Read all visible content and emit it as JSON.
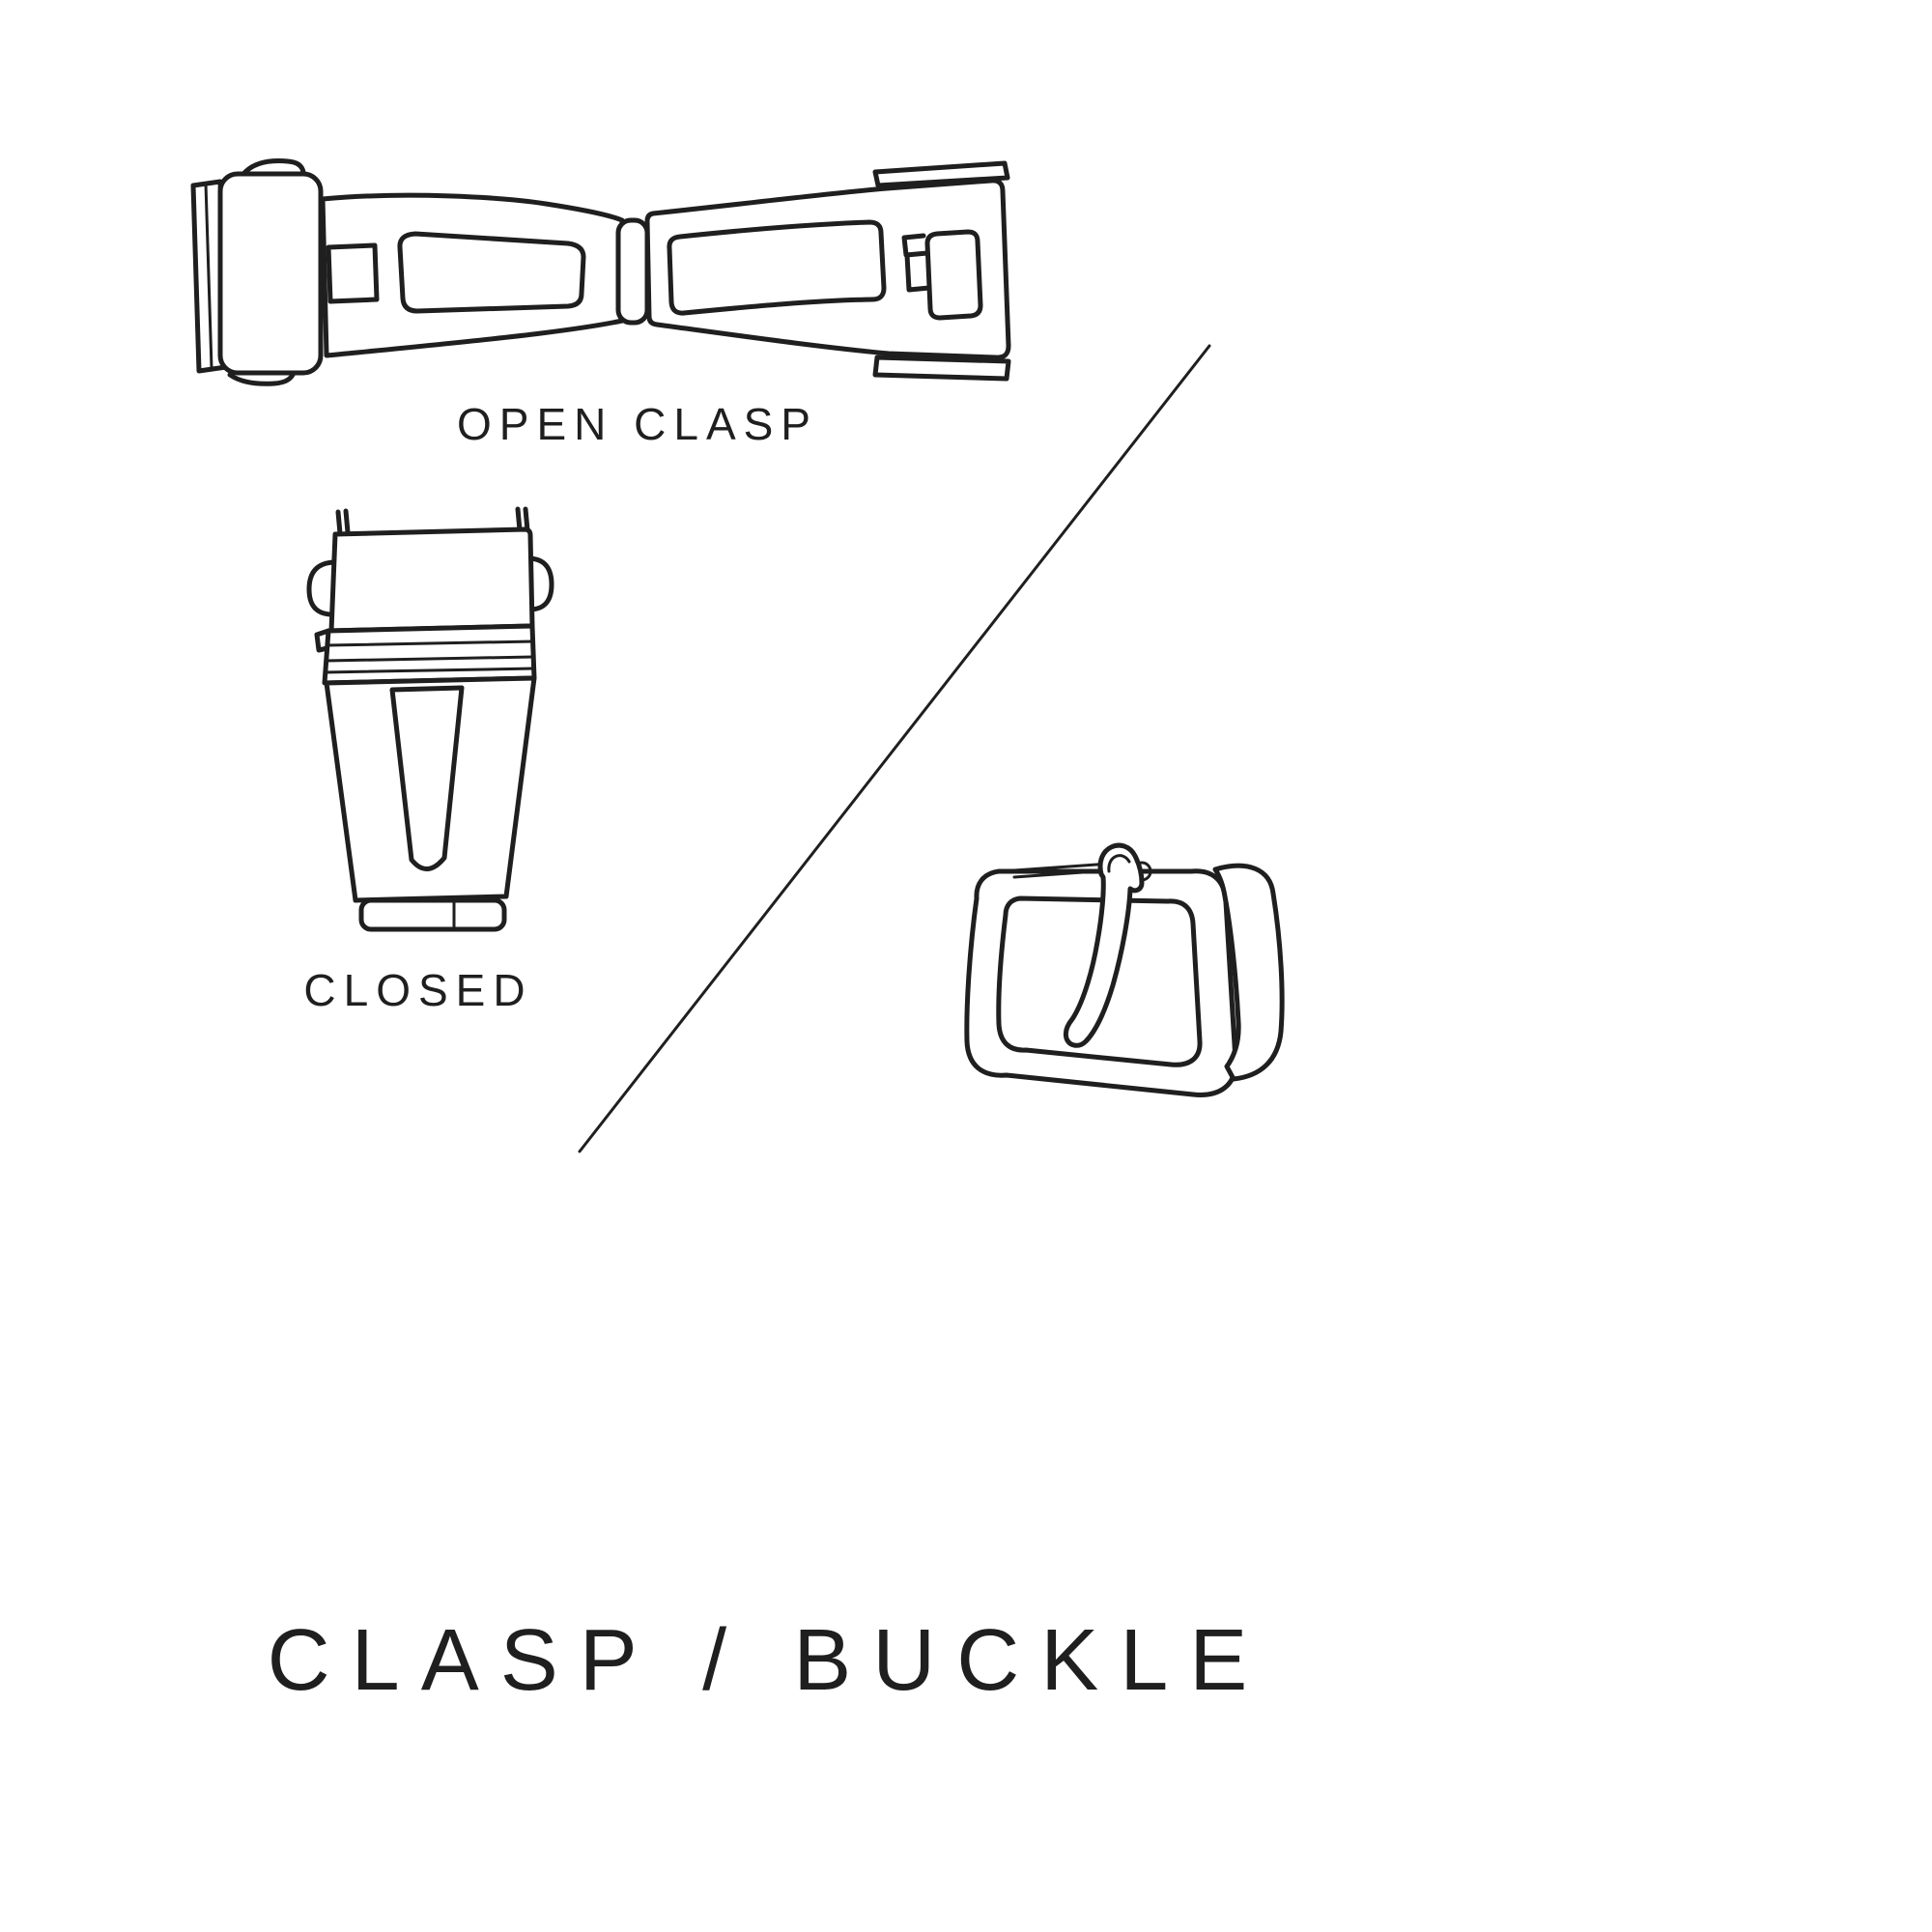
{
  "colors": {
    "line": "#1f1f1f",
    "background": "#ffffff"
  },
  "labels": {
    "open_clasp": "OPEN CLASP",
    "closed": "CLOSED",
    "title": "CLASP / BUCKLE"
  },
  "illustrations": [
    {
      "name": "open-clasp-illustration",
      "description": "deployant clasp shown open, top view"
    },
    {
      "name": "closed-clasp-illustration",
      "description": "deployant clasp shown closed, top view"
    },
    {
      "name": "buckle-illustration",
      "description": "pin tang buckle, perspective view"
    },
    {
      "name": "divider-line",
      "description": "diagonal separator between clasp and buckle"
    }
  ]
}
